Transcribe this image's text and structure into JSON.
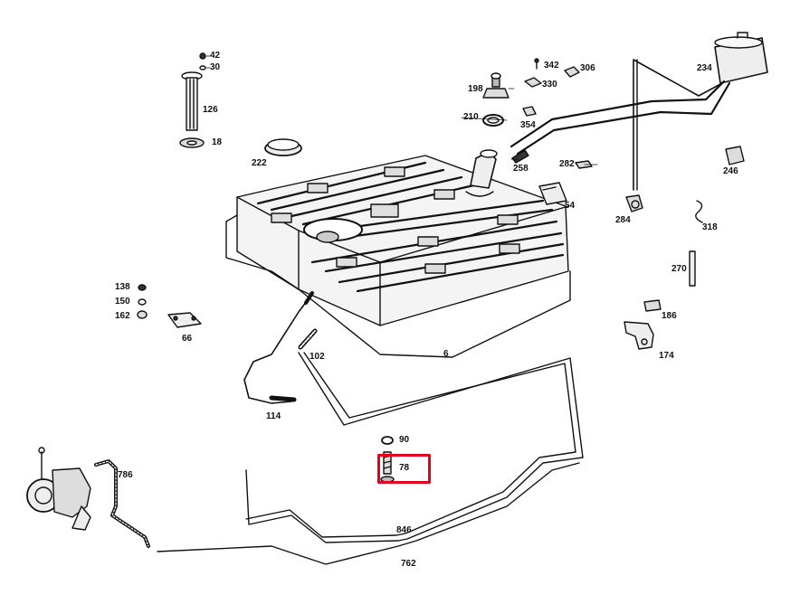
{
  "diagram": {
    "highlight_color": "#e4001b",
    "highlighted_part": "78",
    "parts": {
      "p42": "42",
      "p30": "30",
      "p126": "126",
      "p18": "18",
      "p222": "222",
      "p198": "198",
      "p210": "210",
      "p342": "342",
      "p330": "330",
      "p306": "306",
      "p354": "354",
      "p234": "234",
      "p258": "258",
      "p282": "282",
      "p246": "246",
      "p54": "54",
      "p284": "284",
      "p318": "318",
      "p270": "270",
      "p186": "186",
      "p174": "174",
      "p138": "138",
      "p150": "150",
      "p162": "162",
      "p66": "66",
      "p102": "102",
      "p6": "6",
      "p114": "114",
      "p90": "90",
      "p78": "78",
      "p786": "786",
      "p846": "846",
      "p762": "762"
    }
  }
}
